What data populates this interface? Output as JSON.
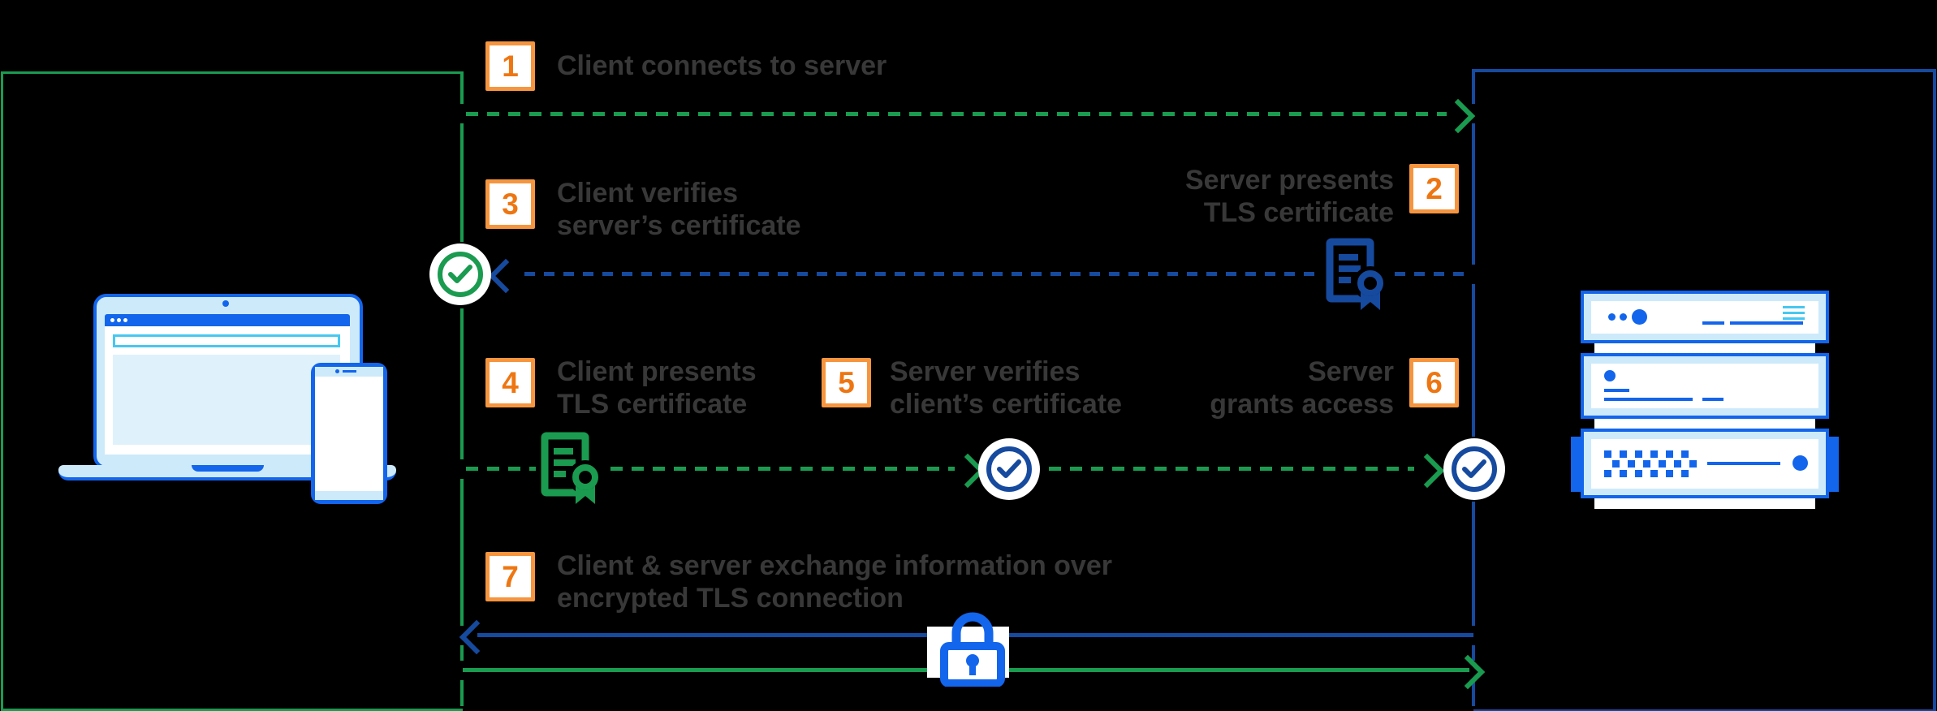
{
  "diagram": {
    "subject": "mutual TLS handshake between client and server",
    "client_panel_role": "client",
    "server_panel_role": "server"
  },
  "steps": [
    {
      "num": "1",
      "lines": [
        "Client connects to server"
      ]
    },
    {
      "num": "2",
      "lines": [
        "Server presents",
        "TLS certificate"
      ]
    },
    {
      "num": "3",
      "lines": [
        "Client verifies",
        "server’s certificate"
      ]
    },
    {
      "num": "4",
      "lines": [
        "Client presents",
        "TLS certificate"
      ]
    },
    {
      "num": "5",
      "lines": [
        "Server verifies",
        "client’s certificate"
      ]
    },
    {
      "num": "6",
      "lines": [
        "Server",
        "grants access"
      ]
    },
    {
      "num": "7",
      "lines": [
        "Client & server exchange information over",
        "encrypted TLS connection"
      ]
    }
  ],
  "icons": {
    "client_device": "laptop-and-phone-illustration",
    "server_device": "server-rack-illustration",
    "client_verify": "green-checkmark-icon",
    "server_verify": "blue-checkmark-icon",
    "server_grant": "blue-checkmark-icon",
    "server_certificate": "blue-certificate-icon",
    "client_certificate": "green-certificate-icon",
    "encryption": "padlock-icon"
  },
  "colors": {
    "bg": "#000000",
    "green": "#1A9B50",
    "navy": "#164A9E",
    "bright": "#1365EC",
    "light": "#CDEAFB",
    "lighter": "#DFF2FC",
    "cyan": "#46C8F1",
    "white": "#FFFFFF",
    "orange_border": "#F6953F",
    "orange_digit": "#EE7612",
    "text": "#383838"
  }
}
